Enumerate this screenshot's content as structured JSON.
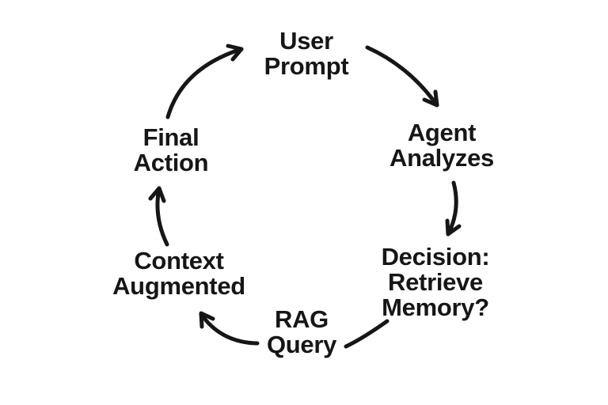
{
  "diagram": {
    "type": "cycle",
    "background_color": "#ffffff",
    "text_color": "#161616",
    "arrow_color": "#161616",
    "nodes": [
      {
        "id": "user-prompt",
        "label": "User Prompt",
        "lines": [
          "User",
          "Prompt"
        ]
      },
      {
        "id": "agent-analyzes",
        "label": "Agent Analyzes",
        "lines": [
          "Agent",
          "Analyzes"
        ]
      },
      {
        "id": "decision-retrieve-memory",
        "label": "Decision: Retrieve Memory?",
        "lines": [
          "Decision:",
          "Retrieve",
          "Memory?"
        ]
      },
      {
        "id": "rag-query",
        "label": "RAG Query",
        "lines": [
          "RAG",
          "Query"
        ]
      },
      {
        "id": "context-augmented",
        "label": "Context Augmented",
        "lines": [
          "Context",
          "Augmented"
        ]
      },
      {
        "id": "final-action",
        "label": "Final Action",
        "lines": [
          "Final",
          "Action"
        ]
      }
    ],
    "edges": [
      {
        "from": "user-prompt",
        "to": "agent-analyzes",
        "arrowhead": true
      },
      {
        "from": "agent-analyzes",
        "to": "decision-retrieve-memory",
        "arrowhead": true
      },
      {
        "from": "decision-retrieve-memory",
        "to": "rag-query",
        "arrowhead": false
      },
      {
        "from": "rag-query",
        "to": "context-augmented",
        "arrowhead": true
      },
      {
        "from": "context-augmented",
        "to": "final-action",
        "arrowhead": true
      },
      {
        "from": "final-action",
        "to": "user-prompt",
        "arrowhead": true
      }
    ]
  }
}
